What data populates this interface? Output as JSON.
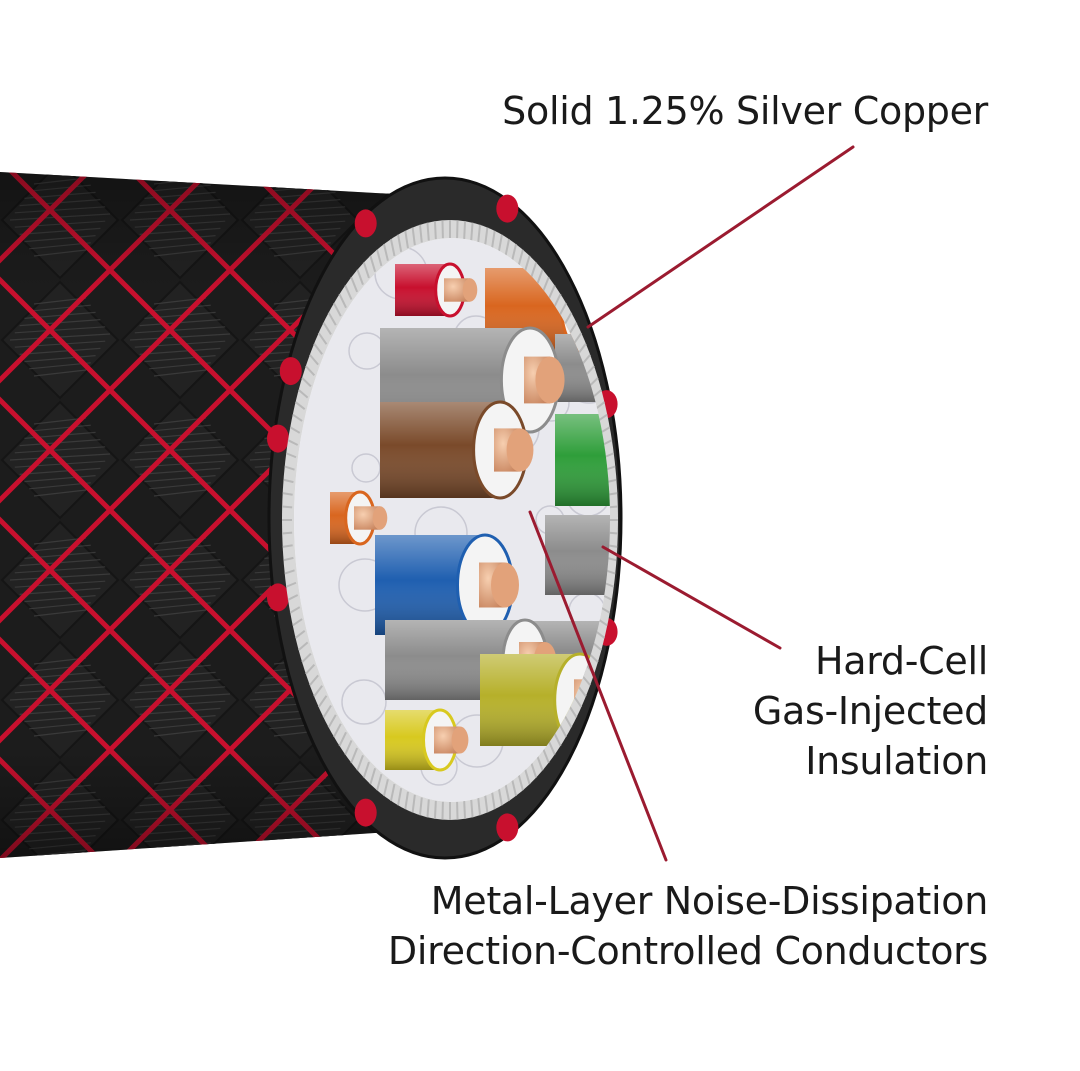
{
  "callouts": {
    "copper": {
      "text": "Solid 1.25% Silver Copper"
    },
    "insulation": {
      "lines": [
        "Hard-Cell",
        "Gas-Injected",
        "Insulation"
      ]
    },
    "conductors": {
      "lines": [
        "Metal-Layer Noise-Dissipation",
        "Direction-Controlled Conductors"
      ]
    }
  },
  "colors": {
    "background": "#ffffff",
    "braid_red": "#c8102e",
    "braid_black": "#1c1c1c",
    "leader_line": "#9b1b30",
    "insulator_orange": "#d9661f",
    "insulator_green": "#2f9e3a",
    "insulator_blue": "#1f5fb0",
    "insulator_yellow": "#d8c91f",
    "insulator_olive": "#b6b02a",
    "insulator_brown": "#7a4a2a",
    "insulator_red": "#c8102e",
    "insulator_gray": "#8c8c8c",
    "copper": "#e2a27a"
  }
}
